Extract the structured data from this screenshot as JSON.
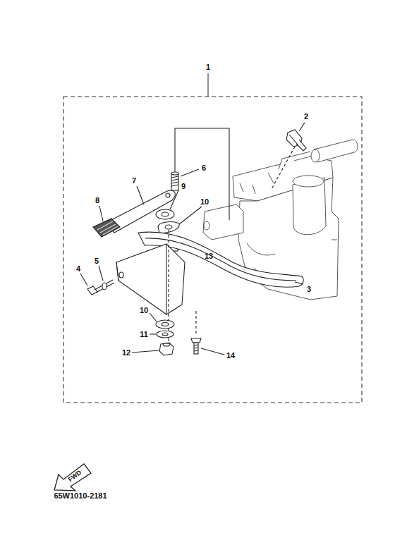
{
  "diagram": {
    "nodes": [
      {
        "text": [
          "FWD"
        ]
      }
    ],
    "labels": [
      "1",
      "2",
      "6",
      "7",
      "9",
      "8",
      "10",
      "13",
      "5",
      "4",
      "3",
      "10",
      "11",
      "12",
      "14",
      "65W1010-2181"
    ]
  }
}
